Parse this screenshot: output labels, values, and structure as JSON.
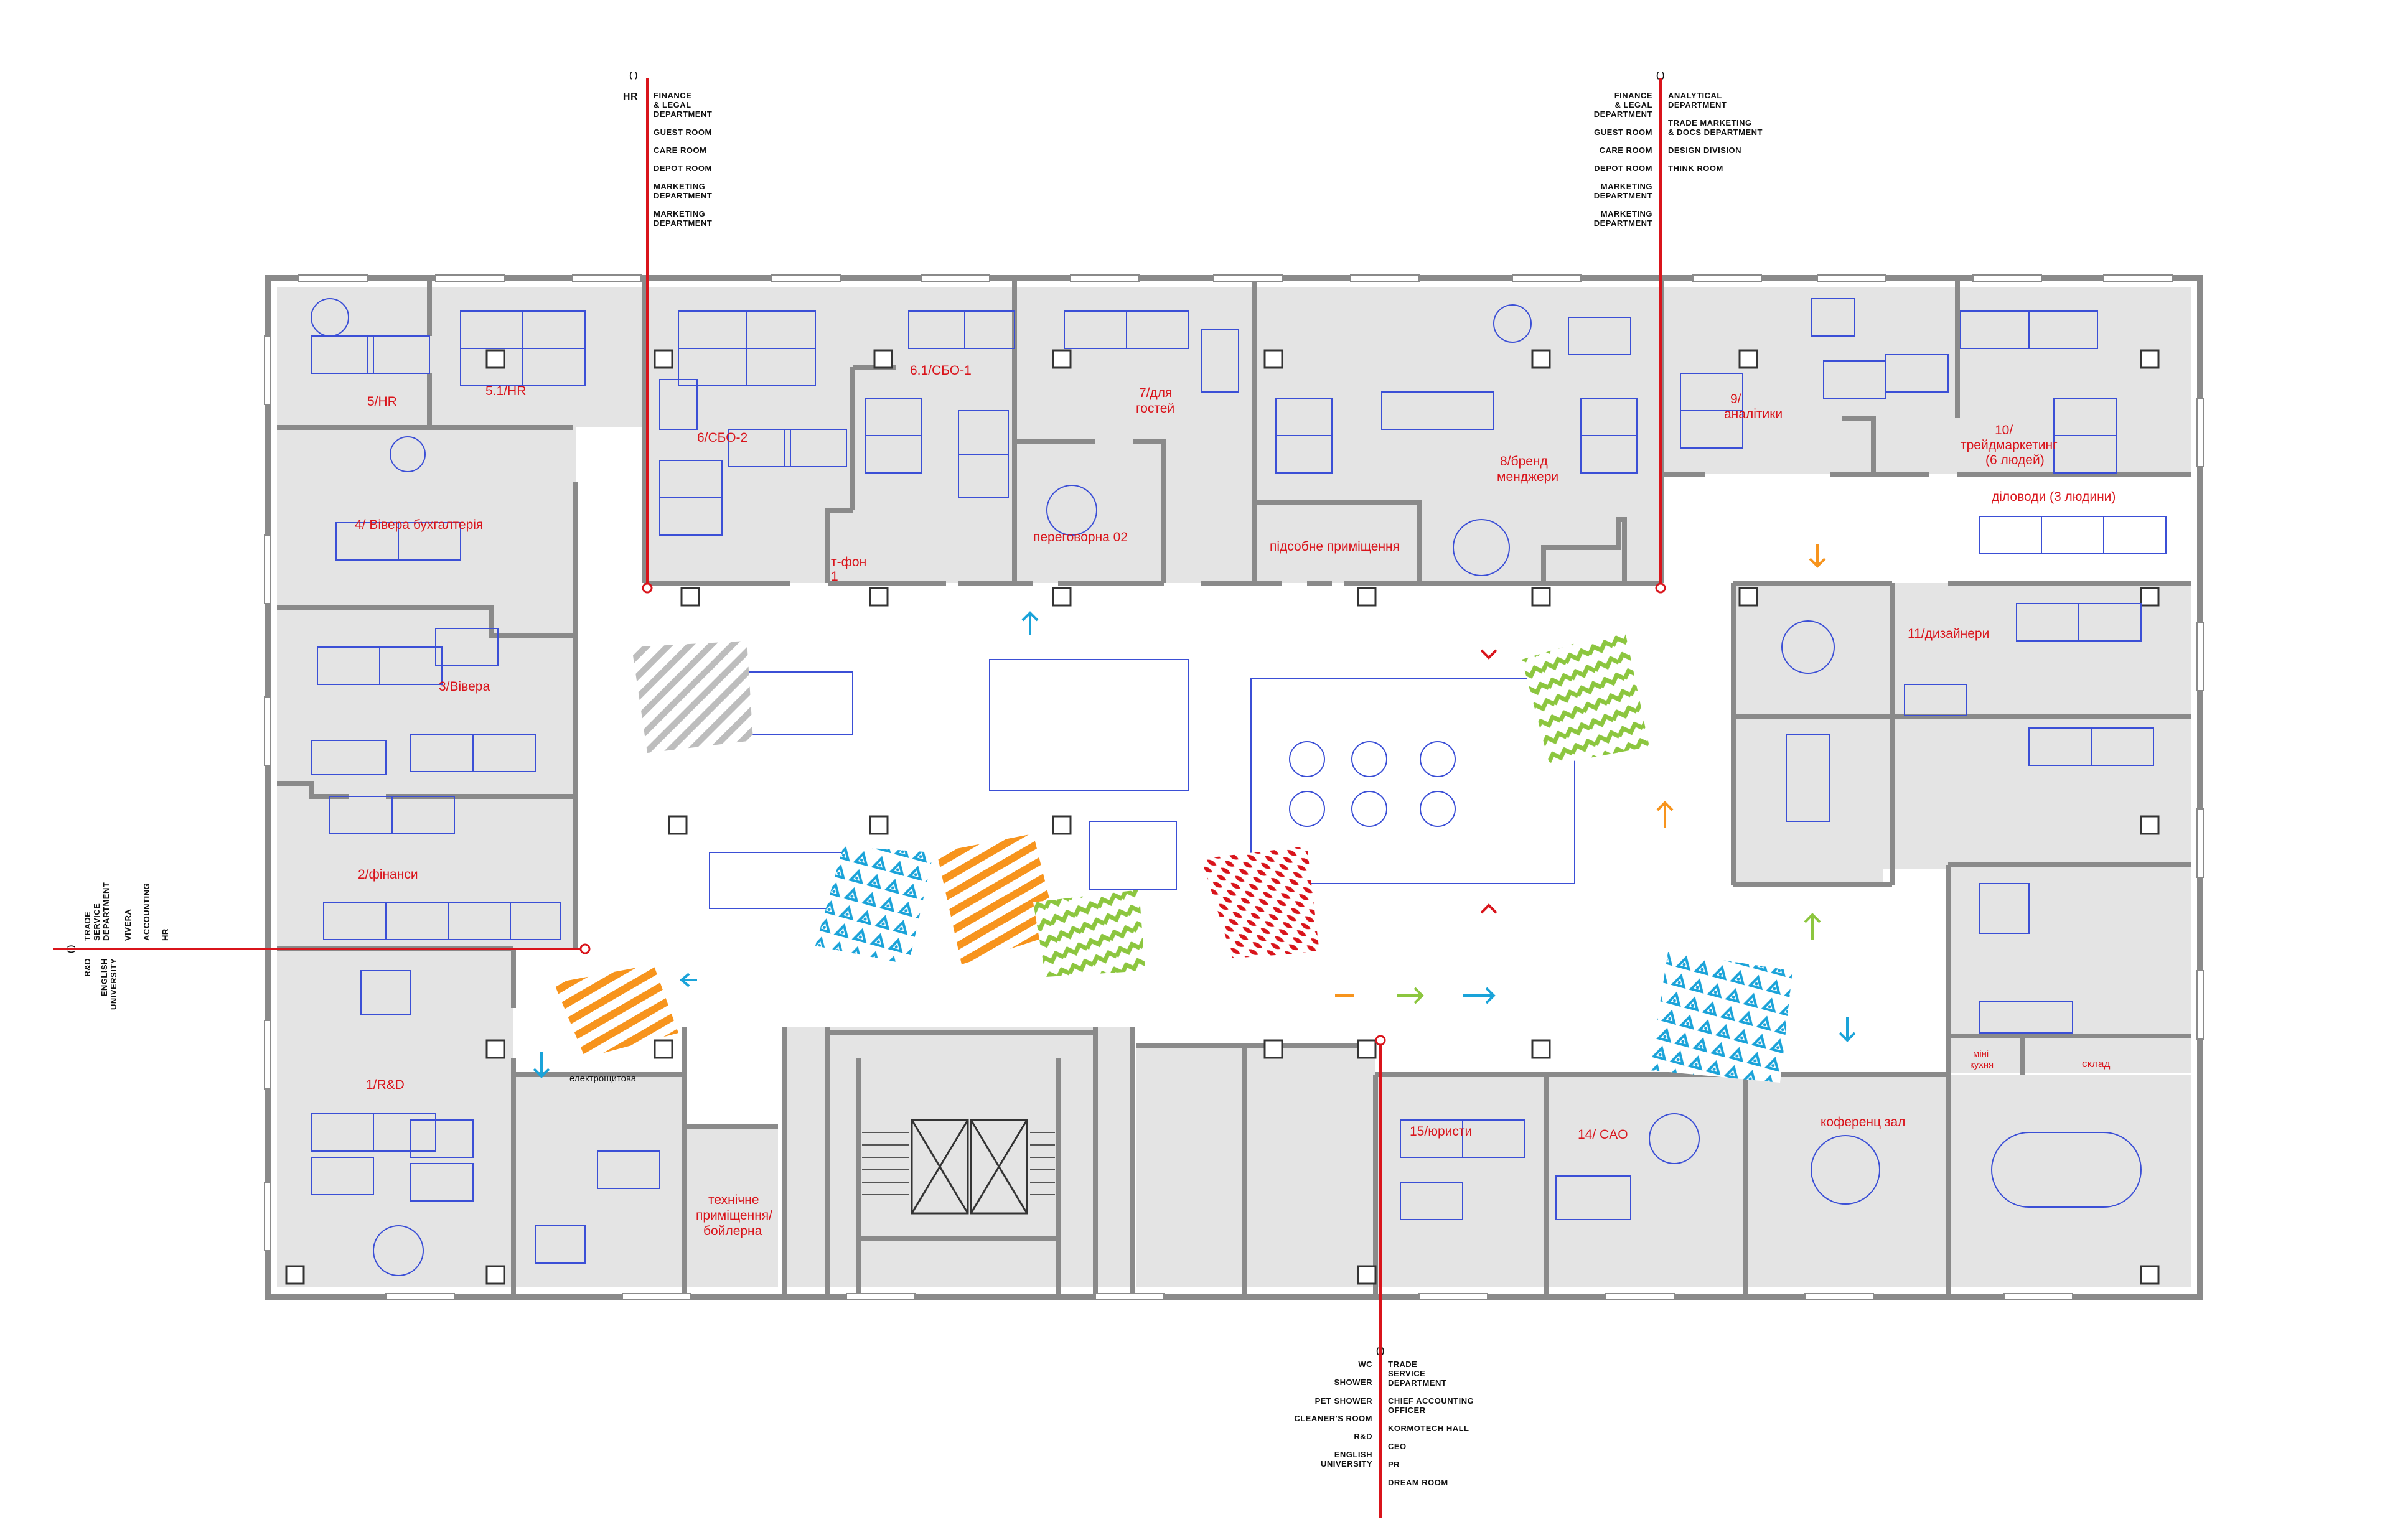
{
  "colors": {
    "wall": "#8a8a8a",
    "wall_dark": "#6f6f6f",
    "room_fill": "#e4e4e4",
    "furniture": "#3b4fd6",
    "label": "#d9141b",
    "axis": "#d9141b",
    "pattern_red": "#d9141b",
    "pattern_green": "#8cc63f",
    "pattern_orange": "#f7941d",
    "pattern_blue": "#1aa3d9",
    "pattern_grey": "#b5b5b5"
  },
  "rooms": {
    "r5_hr": "5/HR",
    "r51_hr": "5.1/HR",
    "r6_sbo2": "6/СБО-2",
    "r61_sbo1": "6.1/СБО-1",
    "r7_line1": "7/для",
    "r7_line2": "гостей",
    "tfon_line1": "т-фон",
    "tfon_line2": "1",
    "meeting02": "переговорна 02",
    "r8_line1": "8/бренд",
    "r8_line2": "менджери",
    "utility": "підсобне приміщення",
    "r9_line1": "9/",
    "r9_line2": "аналітики",
    "r10_line1": "10/",
    "r10_line2": "трейдмаркетинг",
    "r10_line3": "(6 людей)",
    "docs": "діловоди (3 людини)",
    "r4": "4/ Вівера бухгалтерія",
    "r3": "3/Вівера",
    "r2": "2/фінанси",
    "r1": "1/R&D",
    "r11": "11/дизайнери",
    "r15": "15/юристи",
    "r14": "14/ CAO",
    "conference": "коференц зал",
    "mini_line1": "міні",
    "mini_line2": "кухня",
    "storage": "склад",
    "tech_line1": "технічне",
    "tech_line2": "приміщення/",
    "tech_line3": "бойлерна",
    "electrical": "електрощитова"
  },
  "signs": {
    "top_left": {
      "marker": "( )",
      "left_items": [
        "HR"
      ],
      "right_items": [
        "FINANCE",
        "& LEGAL",
        "DEPARTMENT",
        "GUEST ROOM",
        "CARE ROOM",
        "DEPOT ROOM",
        "MARKETING",
        "DEPARTMENT",
        "MARKETING",
        "DEPARTMENT"
      ]
    },
    "top_right": {
      "marker": "( )",
      "left_items": [
        "FINANCE",
        "& LEGAL",
        "DEPARTMENT",
        "GUEST ROOM",
        "CARE ROOM",
        "DEPOT ROOM",
        "MARKETING",
        "DEPARTMENT",
        "MARKETING",
        "DEPARTMENT"
      ],
      "right_items": [
        "ANALYTICAL",
        "DEPARTMENT",
        "TRADE MARKETING",
        "& DOCS DEPARTMENT",
        "DESIGN DIVISION",
        "THINK ROOM"
      ]
    },
    "left": {
      "marker": "( )",
      "left_items": [
        "R&D",
        "ENGLISH",
        "UNIVERSITY"
      ],
      "right_items": [
        "TRADE",
        "SERVICE",
        "DEPARTMENT",
        "VIVERA",
        "ACCOUNTING",
        "HR"
      ]
    },
    "bottom": {
      "marker": "( )",
      "left_items": [
        "WC",
        "SHOWER",
        "PET SHOWER",
        "CLEANER'S ROOM",
        "R&D",
        "ENGLISH",
        "UNIVERSITY"
      ],
      "right_items": [
        "TRADE",
        "SERVICE",
        "DEPARTMENT",
        "CHIEF ACCOUNTING",
        "OFFICER",
        "KORMOTECH HALL",
        "CEO",
        "PR",
        "DREAM ROOM"
      ]
    }
  }
}
